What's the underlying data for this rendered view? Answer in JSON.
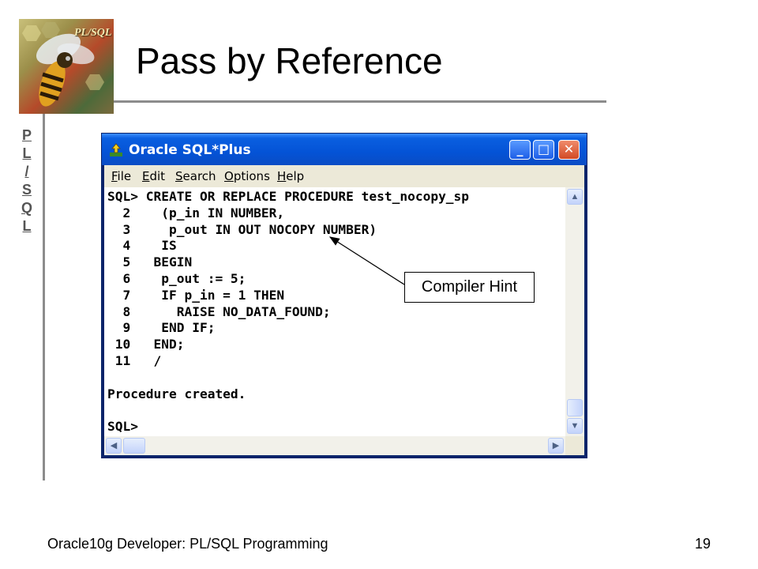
{
  "slide": {
    "title": "Pass by Reference",
    "side_letters": [
      "P",
      "L",
      "/",
      "S",
      "Q",
      "L"
    ],
    "logo_text": "PL/SQL",
    "footer_left": "Oracle10g Developer: PL/SQL Programming",
    "page_number": "19",
    "callout": "Compiler Hint"
  },
  "window": {
    "title": "Oracle SQL*Plus",
    "buttons": {
      "minimize": "_",
      "maximize": "□",
      "close": "✕"
    },
    "menu": [
      {
        "accel": "F",
        "rest": "ile"
      },
      {
        "accel": "E",
        "rest": "dit"
      },
      {
        "accel": "S",
        "rest": "earch"
      },
      {
        "accel": "O",
        "rest": "ptions"
      },
      {
        "accel": "H",
        "rest": "elp"
      }
    ],
    "code": "SQL> CREATE OR REPLACE PROCEDURE test_nocopy_sp\n  2    (p_in IN NUMBER,\n  3     p_out IN OUT NOCOPY NUMBER)\n  4    IS\n  5   BEGIN\n  6    p_out := 5;\n  7    IF p_in = 1 THEN\n  8      RAISE NO_DATA_FOUND;\n  9    END IF;\n 10   END;\n 11   /\n\nProcedure created.\n\nSQL>"
  },
  "icons": {
    "app": "sqlplus-app-icon",
    "scroll_up": "arrow-up-icon",
    "scroll_down": "arrow-down-icon",
    "scroll_left": "arrow-left-icon",
    "scroll_right": "arrow-right-icon"
  },
  "colors": {
    "titlebar": "#0453d6",
    "close_button": "#d24a25",
    "menubar": "#ece9d8"
  }
}
